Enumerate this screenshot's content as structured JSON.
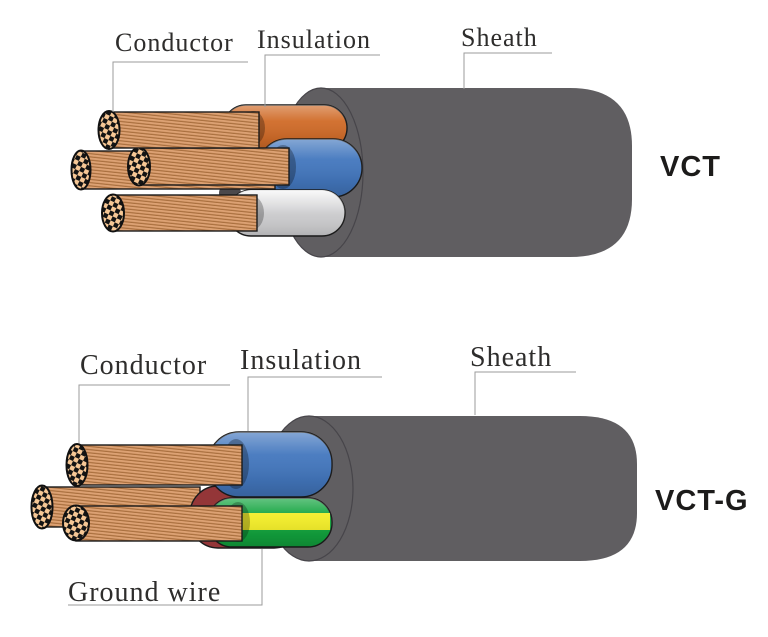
{
  "cables": [
    {
      "name": "VCT",
      "labels": {
        "conductor": "Conductor",
        "insulation": "Insulation",
        "sheath": "Sheath"
      }
    },
    {
      "name": "VCT-G",
      "labels": {
        "conductor": "Conductor",
        "insulation": "Insulation",
        "sheath": "Sheath",
        "ground_wire": "Ground wire"
      }
    }
  ],
  "colors": {
    "sheath": "#605e61",
    "insulation_orange": "#d06b28",
    "insulation_blue": "#4377be",
    "insulation_gray": "#c9c9cb",
    "insulation_maroon": "#943638",
    "ground_green": "#12a43e",
    "ground_yellow": "#f2ed27",
    "copper": "#dca173",
    "copper_stripe": "#a96f3e",
    "copper_face": "#f6c795",
    "gap_shadow": "#4b494c",
    "leader_line": "#9b9b9b",
    "label_text": "#2e2d2c",
    "cable_name_text": "#1c1b1a"
  }
}
